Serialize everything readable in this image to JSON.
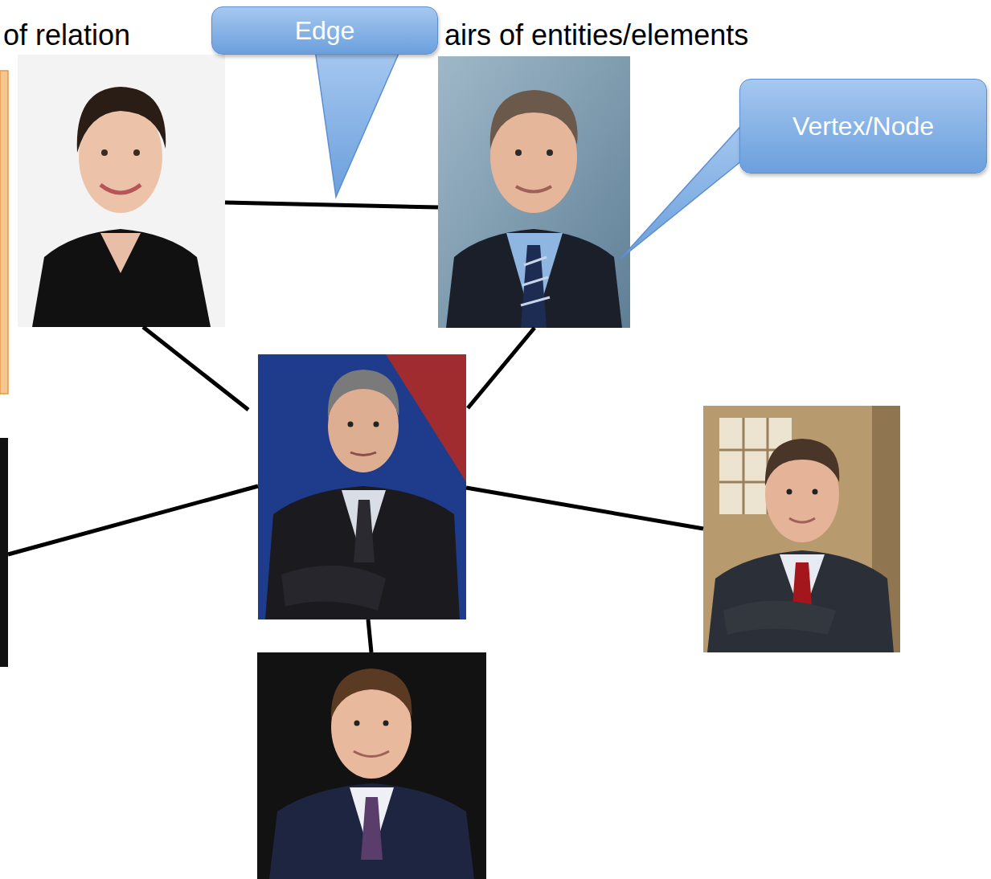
{
  "diagram": {
    "nodes": [
      {
        "text": [
          "Edge"
        ]
      },
      {
        "text": [
          "Vertex/Node"
        ]
      }
    ],
    "labels": [
      "of relation",
      "airs of entities/elements"
    ]
  }
}
